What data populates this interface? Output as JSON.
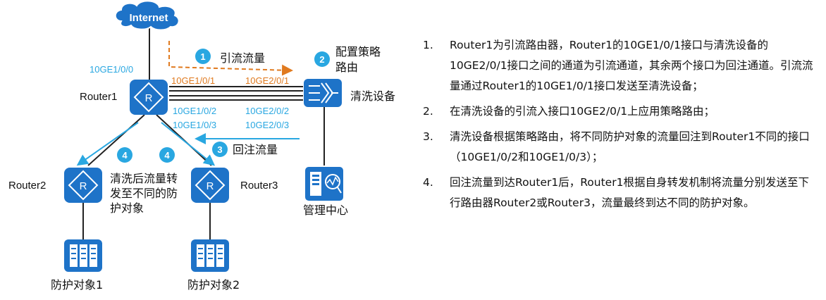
{
  "colors": {
    "blue": "#1f77c9",
    "cyan": "#29a7e1",
    "orange": "#e07a1f",
    "line": "#222222"
  },
  "labels": {
    "internet": "Internet",
    "r1": "Router1",
    "r2": "Router2",
    "r3": "Router3",
    "scrubber": "清洗设备",
    "mgmt": "管理中心",
    "obj1": "防护对象1",
    "obj2": "防护对象2",
    "port_r1_uplink": "10GE1/0/0",
    "port_r1_1": "10GE1/0/1",
    "port_r1_2": "10GE1/0/2",
    "port_r1_3": "10GE1/0/3",
    "port_s_1": "10GE2/0/1",
    "port_s_2": "10GE2/0/2",
    "port_s_3": "10GE2/0/3"
  },
  "badges": {
    "b1": "1",
    "b2": "2",
    "b3": "3",
    "b4": "4"
  },
  "callouts": {
    "divert": "引流流量",
    "policy_l1": "配置策略",
    "policy_l2": "路由",
    "reinject": "回注流量",
    "forward_l1": "清洗后流量转",
    "forward_l2": "发至不同的防",
    "forward_l3": "护对象"
  },
  "steps": [
    {
      "num": "1.",
      "text": "Router1为引流路由器，Router1的10GE1/0/1接口与清洗设备的10GE2/0/1接口之间的通道为引流通道，其余两个接口为回注通道。引流流量通过Router1的10GE1/0/1接口发送至清洗设备；"
    },
    {
      "num": "2.",
      "text": "在清洗设备的引流入接口10GE2/0/1上应用策略路由；"
    },
    {
      "num": "3.",
      "text": "清洗设备根据策略路由，将不同防护对象的流量回注到Router1不同的接口（10GE1/0/2和10GE1/0/3）；"
    },
    {
      "num": "4.",
      "text": "回注流量到达Router1后，Router1根据自身转发机制将流量分别发送至下行路由器Router2或Router3，流量最终到达不同的防护对象。"
    }
  ]
}
